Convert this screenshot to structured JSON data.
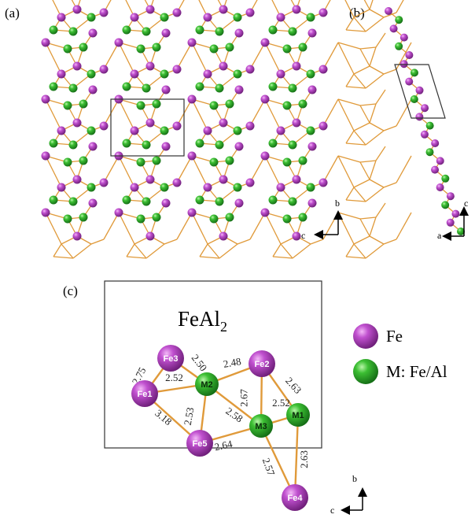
{
  "panels": {
    "a": {
      "label": "(a)",
      "axes": {
        "vertical": "b",
        "horizontal": "c"
      }
    },
    "b": {
      "label": "(b)",
      "axes": {
        "vertical": "c",
        "horizontal": "a"
      }
    },
    "c": {
      "label": "(c)",
      "axes": {
        "vertical": "b",
        "horizontal": "c"
      }
    }
  },
  "compound": {
    "base": "FeAl",
    "subscript": "2"
  },
  "legend": [
    {
      "label": "Fe",
      "color": "#a23ab0"
    },
    {
      "label": "M: Fe/Al",
      "color": "#2fa832"
    }
  ],
  "atoms": [
    {
      "id": "Fe1",
      "label": "Fe1",
      "species": "Fe"
    },
    {
      "id": "Fe2",
      "label": "Fe2",
      "species": "Fe"
    },
    {
      "id": "Fe3",
      "label": "Fe3",
      "species": "Fe"
    },
    {
      "id": "Fe4",
      "label": "Fe4",
      "species": "Fe"
    },
    {
      "id": "Fe5",
      "label": "Fe5",
      "species": "Fe"
    },
    {
      "id": "M1",
      "label": "M1",
      "species": "M"
    },
    {
      "id": "M2",
      "label": "M2",
      "species": "M"
    },
    {
      "id": "M3",
      "label": "M3",
      "species": "M"
    }
  ],
  "bonds": [
    {
      "from": "Fe3",
      "to": "Fe1",
      "length": "2.75"
    },
    {
      "from": "Fe3",
      "to": "M2",
      "length": "2.50"
    },
    {
      "from": "Fe1",
      "to": "M2",
      "length": "2.52"
    },
    {
      "from": "M2",
      "to": "Fe2",
      "length": "2.48"
    },
    {
      "from": "Fe1",
      "to": "Fe5",
      "length": "3.18"
    },
    {
      "from": "M2",
      "to": "Fe5",
      "length": "2.53"
    },
    {
      "from": "M2",
      "to": "M3",
      "length": "2.58"
    },
    {
      "from": "Fe2",
      "to": "M3",
      "length": "2.67"
    },
    {
      "from": "Fe2",
      "to": "M1",
      "length": "2.63"
    },
    {
      "from": "M3",
      "to": "M1",
      "length": "2.52"
    },
    {
      "from": "Fe5",
      "to": "M3",
      "length": "2.64"
    },
    {
      "from": "M3",
      "to": "Fe4",
      "length": "2.57"
    },
    {
      "from": "M1",
      "to": "Fe4",
      "length": "2.63"
    }
  ]
}
